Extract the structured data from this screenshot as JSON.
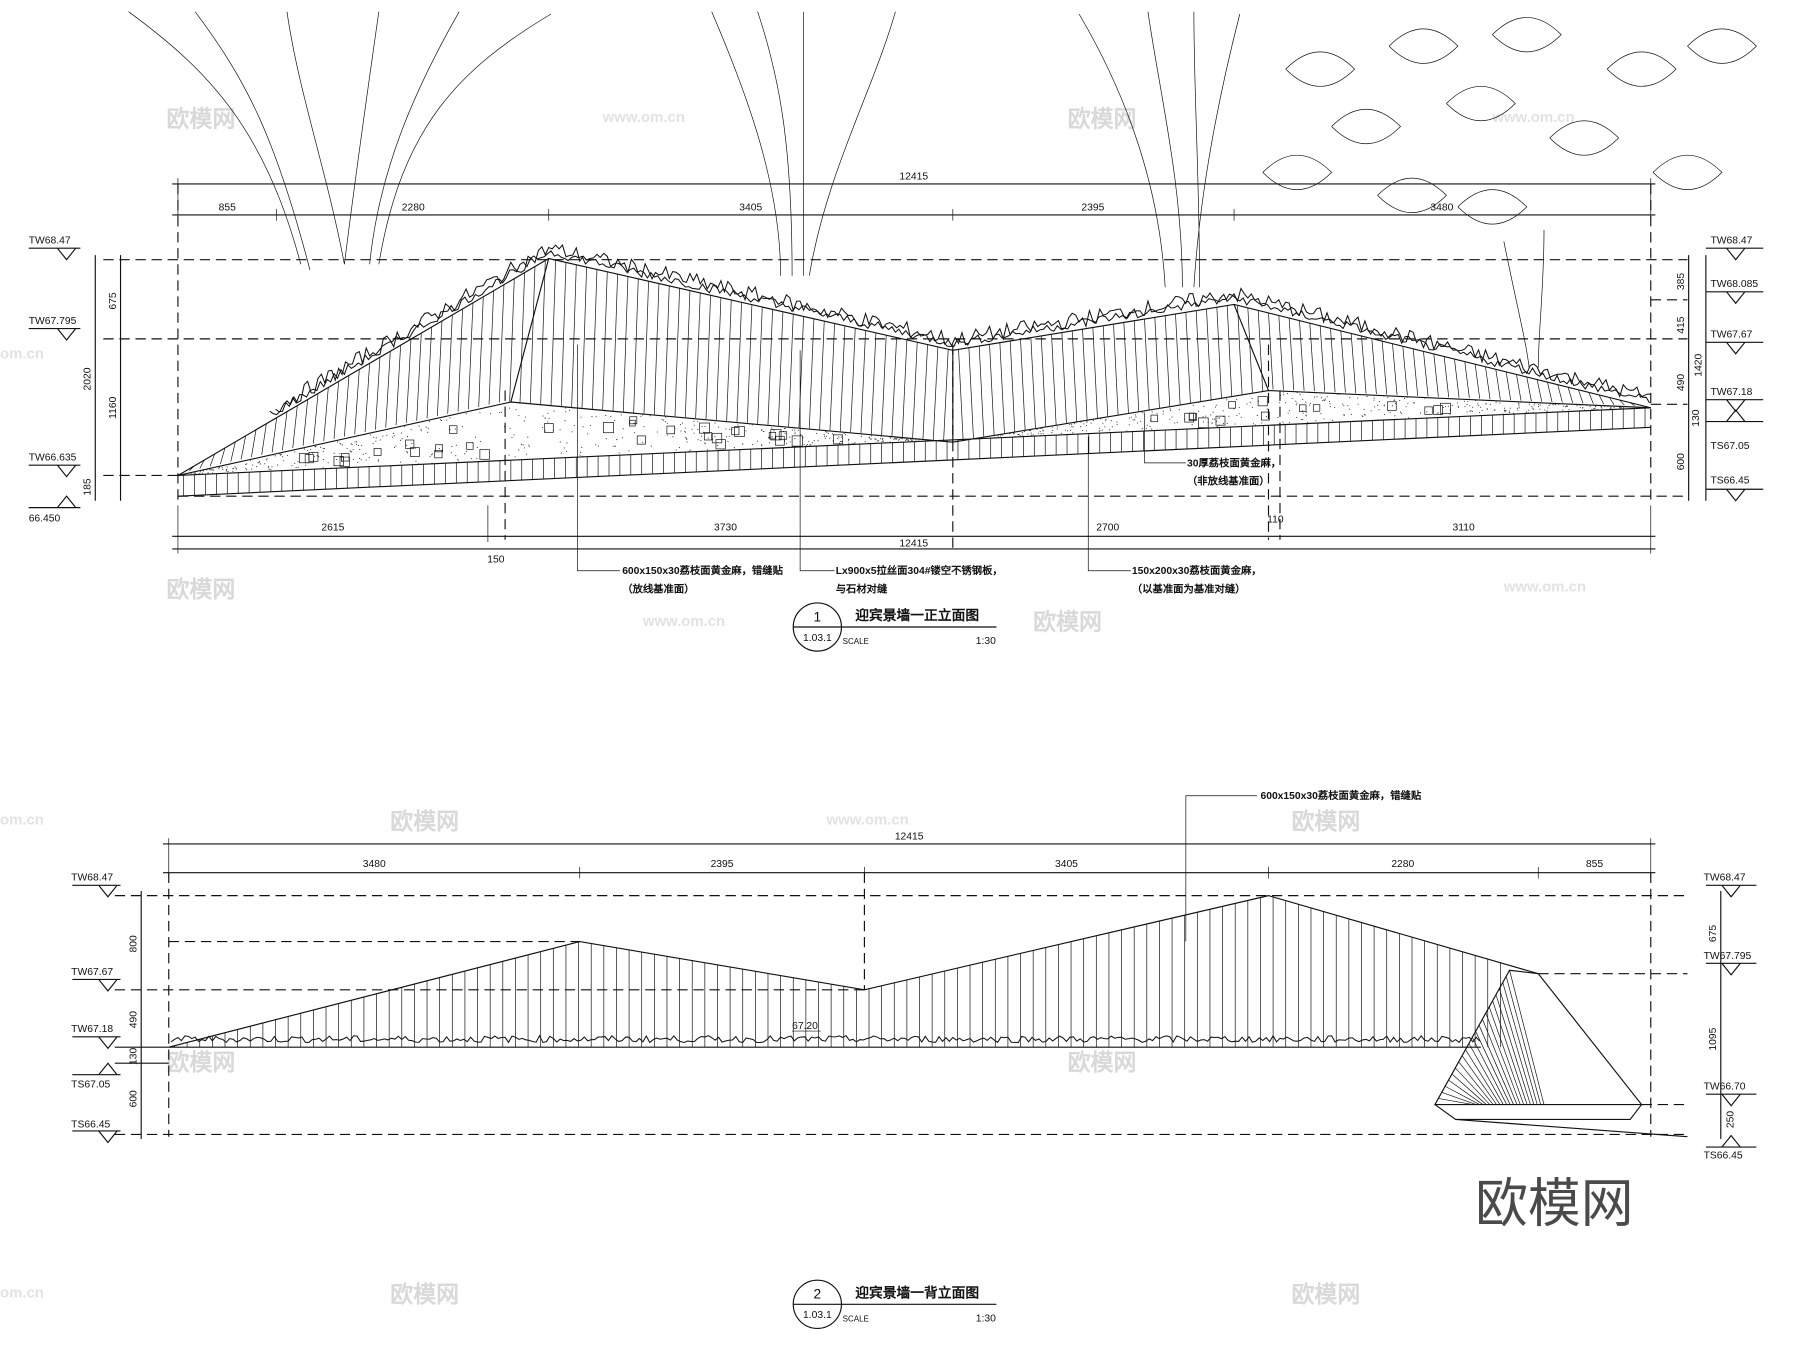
{
  "drawing1": {
    "number": "1",
    "sheet": "1.03.1",
    "title": "迎宾景墙一正立面图",
    "scale_label": "SCALE",
    "scale": "1:30",
    "dim_top_total": "12415",
    "dim_top_segments": [
      "855",
      "2280",
      "3405",
      "2395",
      "3480"
    ],
    "dim_bottom_segments": [
      "2615",
      "150",
      "3730",
      "2700",
      "110",
      "3110"
    ],
    "dim_bottom_total": "12415",
    "left_levels": [
      "TW68.47",
      "TW67.795",
      "TW66.635",
      "66.450"
    ],
    "left_dims": [
      "675",
      "1160",
      "2020",
      "185"
    ],
    "right_levels": [
      "TW68.47",
      "TW68.085",
      "TW67.67",
      "TW67.18",
      "TS67.05",
      "TS66.45"
    ],
    "right_dims": [
      "385",
      "415",
      "1420",
      "490",
      "130",
      "600"
    ],
    "callouts": [
      {
        "line1": "600x150x30荔枝面黄金麻，错缝贴",
        "line2": "（放线基准面）"
      },
      {
        "line1": "Lx900x5拉丝面304#镂空不锈钢板，",
        "line2": "与石材对缝"
      },
      {
        "line1": "150x200x30荔枝面黄金麻，",
        "line2": "（以基准面为基准对缝）"
      },
      {
        "line1": "30厚荔枝面黄金麻，",
        "line2": "（非放线基准面）"
      }
    ]
  },
  "drawing2": {
    "number": "2",
    "sheet": "1.03.1",
    "title": "迎宾景墙一背立面图",
    "scale_label": "SCALE",
    "scale": "1:30",
    "dim_top_total": "12415",
    "dim_top_segments": [
      "3480",
      "2395",
      "3405",
      "2280",
      "855"
    ],
    "left_levels": [
      "TW68.47",
      "TW67.67",
      "TW67.18",
      "TS67.05",
      "TS66.45"
    ],
    "left_dims": [
      "800",
      "490",
      "130",
      "600"
    ],
    "right_levels": [
      "TW68.47",
      "TW67.795",
      "TW66.70",
      "TS66.45"
    ],
    "right_dims": [
      "675",
      "1095",
      "250"
    ],
    "spot_level": "67.20",
    "callout": "600x150x30荔枝面黄金麻，错缝贴"
  },
  "watermark": {
    "brand": "欧模网",
    "site": "www.om.cn",
    "site_short": "om.cn"
  }
}
